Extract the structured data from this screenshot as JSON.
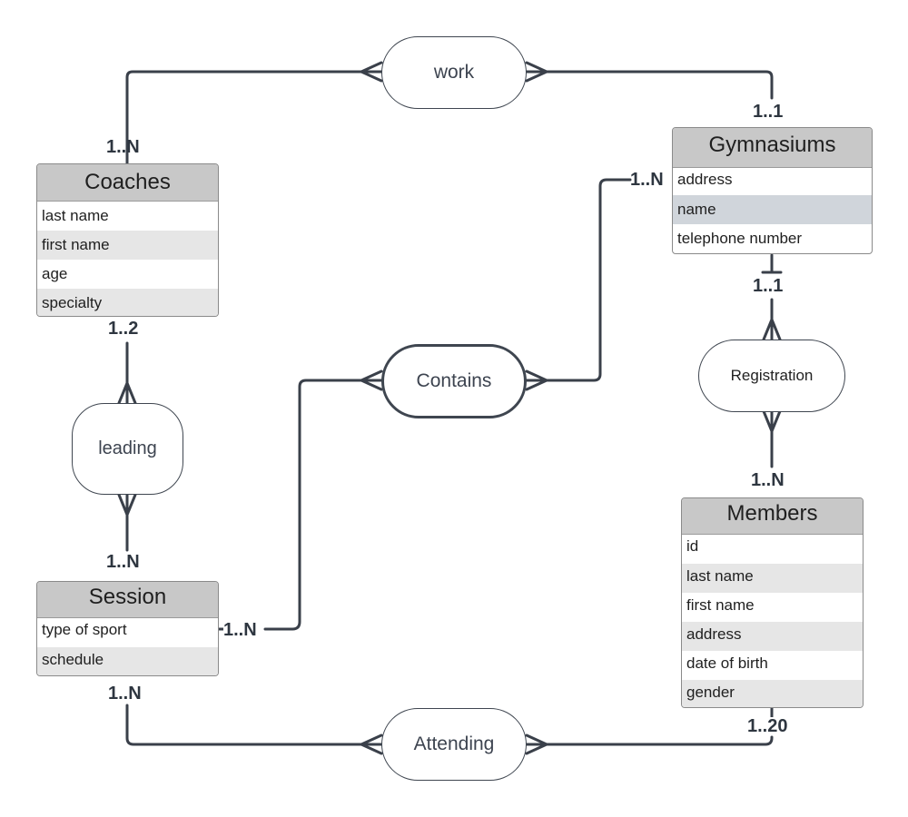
{
  "entities": {
    "coaches": {
      "title": "Coaches",
      "attrs": [
        "last name",
        "first name",
        "age",
        "specialty"
      ]
    },
    "gymnasiums": {
      "title": "Gymnasiums",
      "attrs": [
        "address",
        "name",
        "telephone number"
      ]
    },
    "session": {
      "title": "Session",
      "attrs": [
        "type of sport",
        "schedule"
      ]
    },
    "members": {
      "title": "Members",
      "attrs": [
        "id",
        "last name",
        "first name",
        "address",
        "date of birth",
        "gender"
      ]
    }
  },
  "relationships": {
    "work": "work",
    "contains": "Contains",
    "leading": "leading",
    "registration": "Registration",
    "attending": "Attending"
  },
  "cardinalities": {
    "work_coaches": "1..N",
    "work_gymnasiums": "1..1",
    "contains_gymnasiums": "1..N",
    "contains_session": "1..N",
    "leading_coaches": "1..2",
    "leading_session": "1..N",
    "registration_gymnasiums": "1..1",
    "registration_members": "1..N",
    "attending_session": "1..N",
    "attending_members": "1..20"
  },
  "colors": {
    "line": "#3a404a",
    "header": "#c8c8c8",
    "row_alt": "#e6e6e6",
    "row_highlight": "#d0d5db"
  }
}
